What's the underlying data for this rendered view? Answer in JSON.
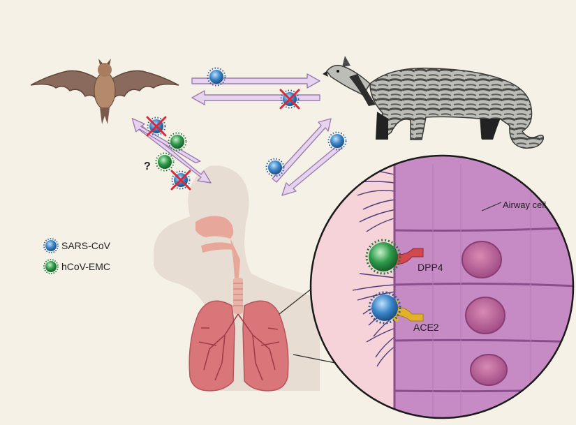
{
  "legend": {
    "sars_label": "SARS-CoV",
    "hcov_label": "hCoV-EMC"
  },
  "labels": {
    "airway_cell": "Airway cell",
    "dpp4": "DPP4",
    "ace2": "ACE2",
    "unknown_mark": "?"
  },
  "colors": {
    "background": "#f6f1e6",
    "sars_virus": "#3a86c8",
    "hcov_virus": "#2e9a4a",
    "arrow_fill": "#e6d4ee",
    "arrow_stroke": "#9c7bb0",
    "blocked_cross": "#d8293a",
    "airway_cells": "#c68bc4",
    "dpp4_receptor": "#d2484f",
    "ace2_receptor": "#e2b22c",
    "lungs": "#d9767a",
    "body_silhouette": "#e8ddd2"
  },
  "icons": [
    "bat-icon",
    "civet-icon",
    "human-body-icon",
    "lungs-icon",
    "virus-icon",
    "blocked-cross-icon"
  ]
}
